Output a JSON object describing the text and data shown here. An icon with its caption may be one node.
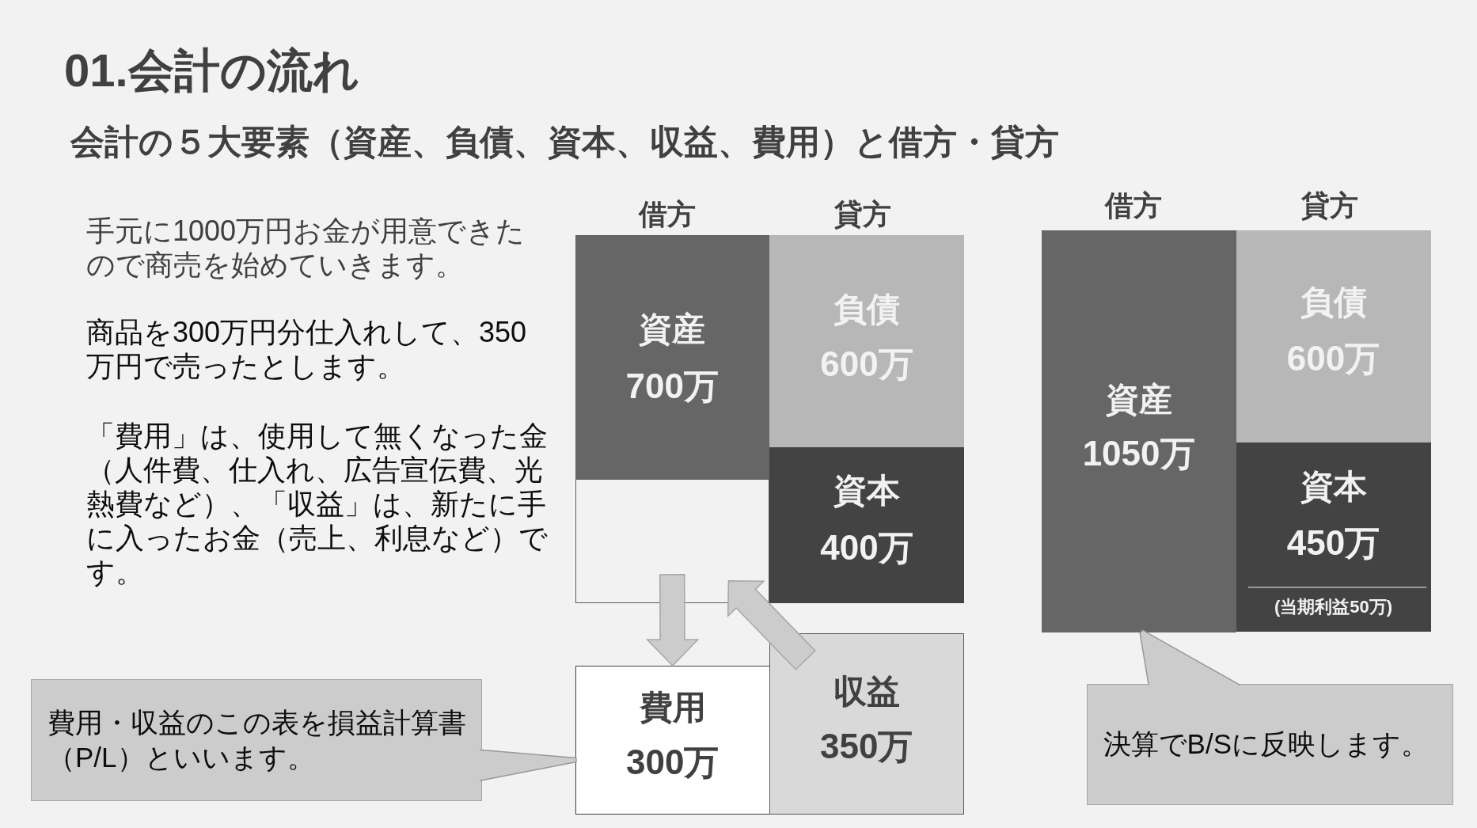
{
  "diagram": {
    "title": "01.会計の流れ",
    "nodes": [
      {
        "text": [
          "資産",
          "700万"
        ]
      },
      {
        "text": [
          "負債",
          "600万"
        ]
      },
      {
        "text": [
          "資本",
          "400万"
        ]
      },
      {
        "text": [],
        "shape": "box"
      },
      {
        "text": [
          "費用",
          "300万"
        ]
      },
      {
        "text": [
          "収益",
          "350万"
        ]
      },
      {
        "text": [
          "費用・収益のこの表を損益計算書（P/L）といいます。"
        ]
      },
      {
        "text": [
          "資産",
          "1050万"
        ]
      },
      {
        "text": [
          "負債",
          "600万"
        ]
      },
      {
        "text": [
          "資本",
          "450万",
          "(当期利益50万)"
        ]
      },
      {
        "text": [
          "決算でB/Sに反映します。"
        ]
      }
    ],
    "edges": [
      {
        "from": 3,
        "to": 4,
        "arrow": "to",
        "style": "thick"
      },
      {
        "from": 5,
        "to": 3,
        "arrow": "to",
        "style": "thick"
      },
      {
        "from": 6,
        "to": 4,
        "arrow": "none"
      },
      {
        "from": 10,
        "to": 7,
        "arrow": "none"
      }
    ],
    "labels": [
      "会計の５大要素（資産、負債、資本、収益、費用）と借方・貸方",
      "借方",
      "貸方",
      "借方",
      "貸方",
      "手元に1000万円お金が用意できたので商売を始めていきます。",
      "商品を300万円分仕入れして、350万円で売ったとします。",
      "「費用」は、使用して無くなった金（人件費、仕入れ、広告宣伝費、光熱費など）、「収益」は、新たに手に入ったお金（売上、利息など）です。"
    ]
  }
}
